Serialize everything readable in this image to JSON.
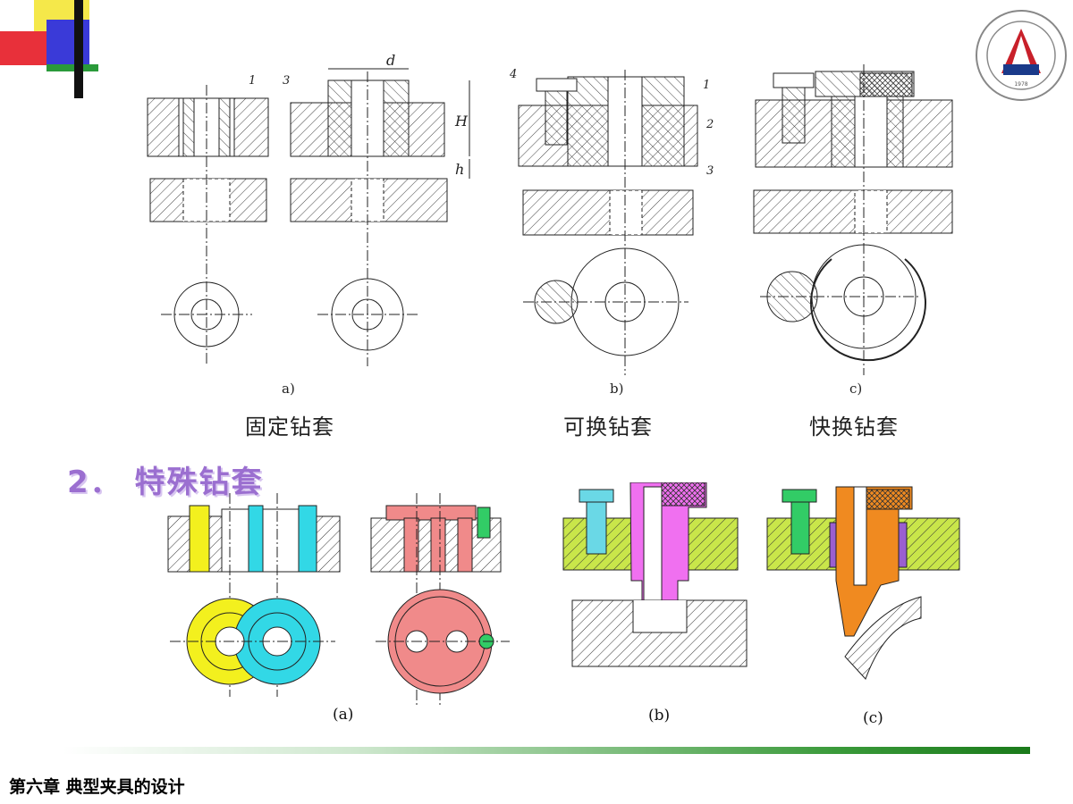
{
  "section_heading": "2． 特殊钻套",
  "footer_text": "第六章   典型夹具的设计",
  "top_figure": {
    "subfigure_labels": [
      "a)",
      "b)",
      "c)"
    ],
    "captions": [
      "固定钻套",
      "可换钻套",
      "快换钻套"
    ],
    "dimension_labels": {
      "d": "d",
      "H": "H",
      "h": "h"
    },
    "part_numbers": {
      "a1": "1",
      "a3": "3",
      "b4": "4",
      "b1": "1",
      "b2": "2",
      "b3": "3"
    }
  },
  "bottom_figure": {
    "subfigure_labels": [
      "(a)",
      "(b)",
      "(c)"
    ]
  },
  "colors": {
    "heading": "#9b6fd0",
    "yellow": "#f3f01e",
    "cyan": "#32d8e6",
    "salmon": "#f08a8a",
    "green": "#32cc66",
    "magenta": "#f070f0",
    "orange": "#f08a20",
    "lime": "#c9e64a",
    "purple": "#9a5fd0",
    "footer_line": "#2a8a2a"
  }
}
